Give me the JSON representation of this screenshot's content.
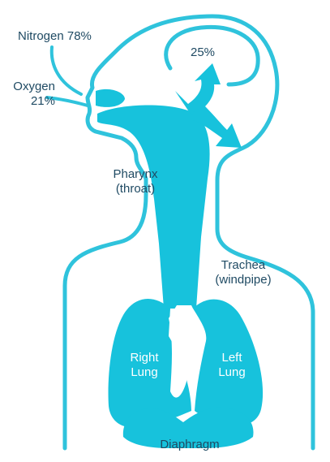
{
  "colors": {
    "body_fill": "#17c2dc",
    "outline": "#2fc3dc",
    "label_text": "#1f4a63",
    "inner_text": "#ffffff",
    "background": "#ffffff"
  },
  "labels": {
    "nitrogen": "Nitrogen 78%",
    "oxygen_line1": "Oxygen",
    "oxygen_line2": "21%",
    "percent_25": "25%",
    "pharynx_line1": "Pharynx",
    "pharynx_line2": "(throat)",
    "trachea_line1": "Trachea",
    "trachea_line2": "(windpipe)",
    "right_lung_line1": "Right",
    "right_lung_line2": "Lung",
    "left_lung_line1": "Left",
    "left_lung_line2": "Lung",
    "diaphragm": "Diaphragm"
  }
}
